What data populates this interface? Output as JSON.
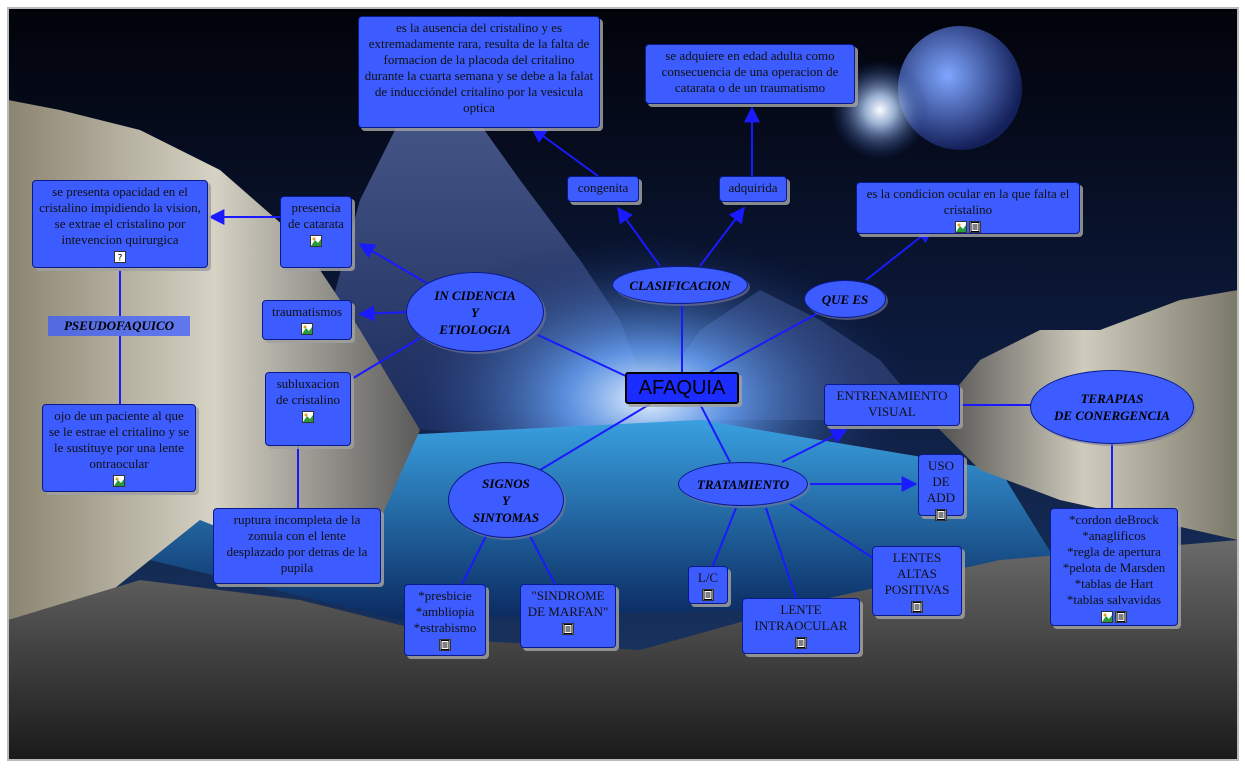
{
  "central": "AFAQUIA",
  "nodes": {
    "que_es": "QUE ES",
    "que_es_def": "es la condicion ocular en la que falta el cristalino",
    "clasificacion": "CLASIFICACION",
    "congenita": "congenita",
    "congenita_def": "es la ausencia del cristalino y es extremadamente rara, resulta de la falta de formacion de la placoda del critalino durante la cuarta semana y se debe a la falat de induccióndel critalino por la vesicula optica",
    "adquirida": "adquirida",
    "adquirida_def": "se adquiere en edad adulta como consecuencia de una operacion de catarata o de un traumatismo",
    "incidencia": [
      "IN CIDENCIA",
      "Y",
      "ETIOLOGIA"
    ],
    "presencia_catarata": "presencia de catarata",
    "catarata_def": "se presenta opacidad en el cristalino impidiendo la vision, se extrae el cristalino por intevencion quirurgica",
    "pseudofaquico": "PSEUDOFAQUICO",
    "pseudofaquico_def": "ojo de un paciente al que se le estrae el critalino y se le sustituye por una lente ontraocular",
    "traumatismos": "traumatismos",
    "subluxacion": "subluxacion de cristalino",
    "ruptura": "ruptura incompleta de la zonula con el lente desplazado por detras de la pupila",
    "signos": [
      "SIGNOS",
      "Y",
      "SINTOMAS"
    ],
    "presbicie": [
      "*presbicie",
      "*ambliopia",
      "*estrabismo"
    ],
    "marfan": "\"SINDROME DE MARFAN\"",
    "tratamiento": "TRATAMIENTO",
    "lc": "L/C",
    "lente_intraocular": "LENTE INTRAOCULAR",
    "lentes_altas": "LENTES ALTAS POSITIVAS",
    "uso_add": "USO DE ADD",
    "entrenamiento": "ENTRENAMIENTO VISUAL",
    "terapias": [
      "TERAPIAS",
      "DE CONERGENCIA"
    ],
    "terapias_list": [
      "*cordon deBrock",
      "*anaglificos",
      "*regla de apertura",
      "*pelota de Marsden",
      "*tablas de Hart",
      "*tablas salvavidas"
    ]
  },
  "icons": {
    "image": "image-icon",
    "note": "note-icon",
    "help": "question-icon"
  },
  "colors": {
    "node_fill": "#3c5cff",
    "central_fill": "#1a2cff",
    "link": "#1a1aff"
  }
}
